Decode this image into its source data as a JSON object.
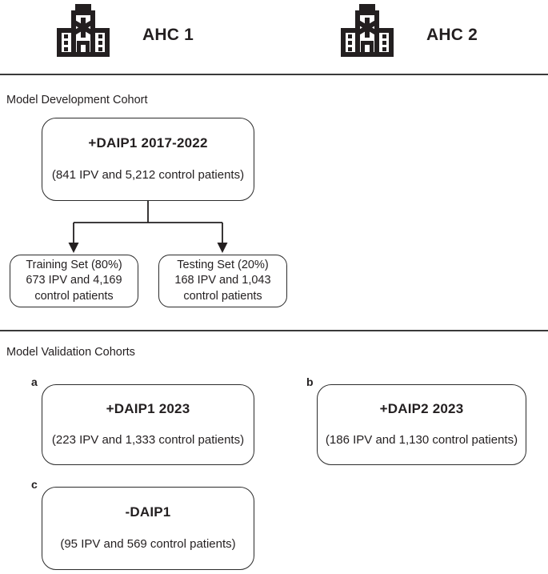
{
  "header": {
    "sites": [
      {
        "icon": "hospital-icon",
        "label": "AHC 1"
      },
      {
        "icon": "hospital-icon",
        "label": "AHC 2"
      }
    ]
  },
  "sections": {
    "development_caption": "Model Development Cohort",
    "validation_caption": "Model Validation Cohorts"
  },
  "development": {
    "root": {
      "title": "+DAIP1 2017-2022",
      "subtitle": "(841 IPV and 5,212 control patients)"
    },
    "splits": [
      {
        "line1": "Training Set (80%)",
        "line2": "673 IPV and 4,169",
        "line3": "control patients"
      },
      {
        "line1": "Testing Set (20%)",
        "line2": "168 IPV and 1,043",
        "line3": "control patients"
      }
    ]
  },
  "validation": {
    "panels": [
      {
        "letter": "a",
        "title": "+DAIP1 2023",
        "subtitle": "(223 IPV and 1,333 control patients)"
      },
      {
        "letter": "b",
        "title": "+DAIP2 2023",
        "subtitle": "(186 IPV and 1,130 control patients)"
      },
      {
        "letter": "c",
        "title": "-DAIP1",
        "subtitle": "(95 IPV and 569 control patients)"
      }
    ]
  },
  "colors": {
    "ink": "#231f20",
    "stroke": "#2b2b2b",
    "divider": "#3a3a3a",
    "background": "#ffffff"
  }
}
